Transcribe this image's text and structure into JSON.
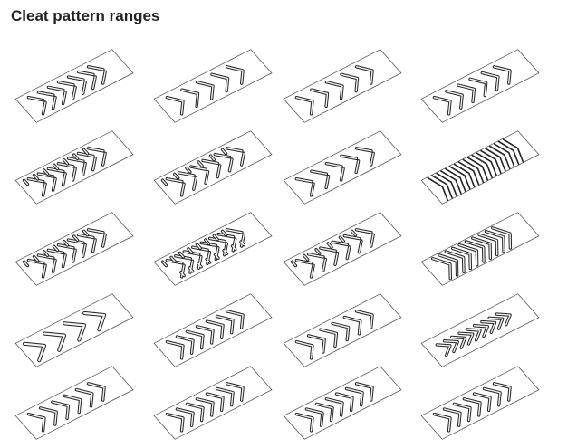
{
  "page": {
    "title": "Cleat pattern ranges"
  },
  "colors": {
    "background": "#ffffff",
    "title": "#222222",
    "outline": "#555555",
    "cleat_fill": "#f4f4f4",
    "cleat_stroke": "#222222"
  },
  "patterns": [
    {
      "row": 1,
      "col": 1,
      "style": "split-chevron",
      "count": 7
    },
    {
      "row": 1,
      "col": 2,
      "style": "chevron-open",
      "count": 5
    },
    {
      "row": 1,
      "col": 3,
      "style": "chevron-open",
      "count": 5
    },
    {
      "row": 1,
      "col": 4,
      "style": "chevron-open",
      "count": 6
    },
    {
      "row": 2,
      "col": 1,
      "style": "split-chevron-stemmed",
      "count": 7
    },
    {
      "row": 2,
      "col": 2,
      "style": "split-chevron-stemmed",
      "count": 6
    },
    {
      "row": 2,
      "col": 3,
      "style": "split-chevron",
      "count": 5
    },
    {
      "row": 2,
      "col": 4,
      "style": "dense-lines",
      "count": 18
    },
    {
      "row": 3,
      "col": 1,
      "style": "split-chevron-stemmed",
      "count": 7
    },
    {
      "row": 3,
      "col": 2,
      "style": "split-chevron-double",
      "count": 8
    },
    {
      "row": 3,
      "col": 3,
      "style": "split-chevron-stemmed",
      "count": 6
    },
    {
      "row": 3,
      "col": 4,
      "style": "chevron-thin",
      "count": 10
    },
    {
      "row": 4,
      "col": 1,
      "style": "chevron-wide",
      "count": 4
    },
    {
      "row": 4,
      "col": 2,
      "style": "chevron-solid",
      "count": 7
    },
    {
      "row": 4,
      "col": 3,
      "style": "chevron-solid",
      "count": 6
    },
    {
      "row": 4,
      "col": 4,
      "style": "chevron-small",
      "count": 9
    },
    {
      "row": 5,
      "col": 1,
      "style": "chevron-solid",
      "count": 6
    },
    {
      "row": 5,
      "col": 2,
      "style": "chevron-solid",
      "count": 7
    },
    {
      "row": 5,
      "col": 3,
      "style": "chevron-solid",
      "count": 7
    },
    {
      "row": 5,
      "col": 4,
      "style": "chevron-solid",
      "count": 7
    }
  ]
}
